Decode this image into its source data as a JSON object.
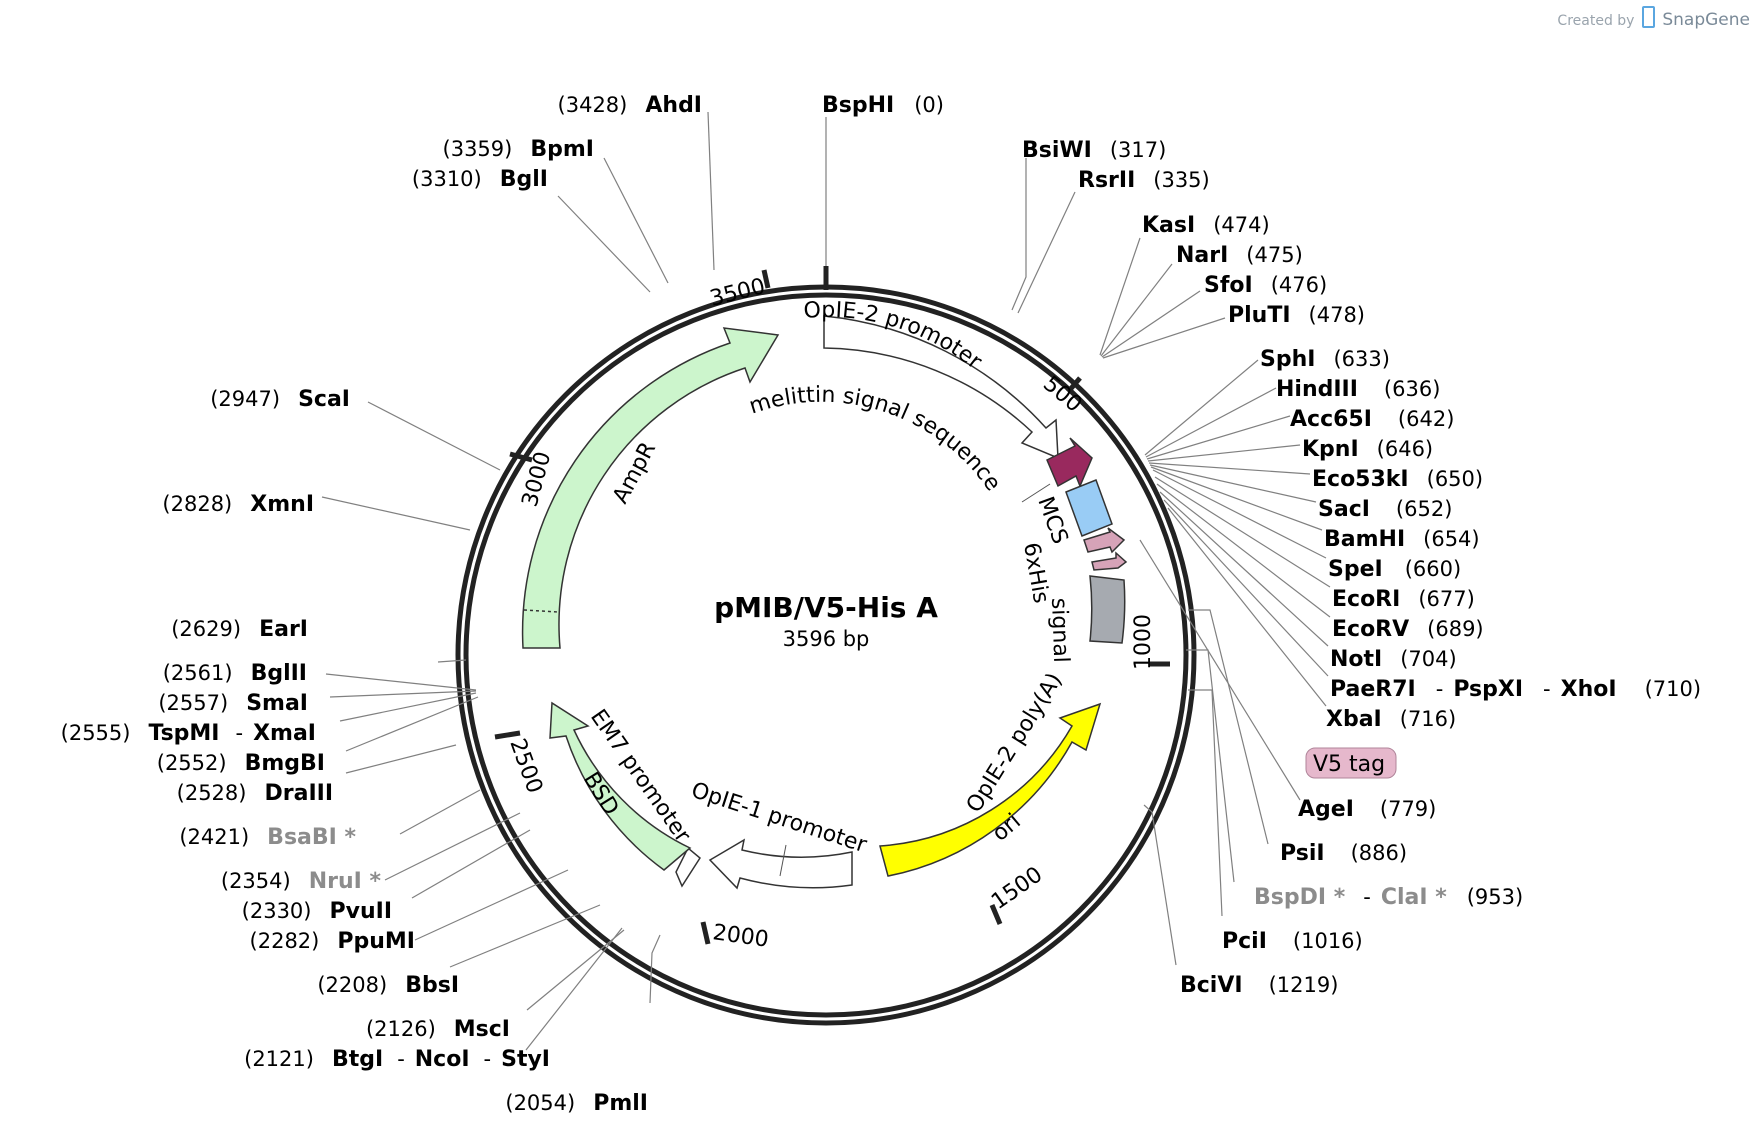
{
  "credit": {
    "prefix": "Created by",
    "brand": "SnapGene"
  },
  "plasmid": {
    "name": "pMIB/V5-His A",
    "length_label": "3596 bp"
  },
  "ticks": [
    "500",
    "1000",
    "1500",
    "2000",
    "2500",
    "3000",
    "3500"
  ],
  "features": {
    "ampr": "AmpR",
    "opie2_promoter": "OpIE-2 promoter",
    "melittin": "melittin signal sequence",
    "mcs": "MCS",
    "his": "6xHis",
    "signal": "signal",
    "opie2_polya": "OpIE-2 poly(A)",
    "ori": "ori",
    "opie1_promoter": "OpIE-1 promoter",
    "em7_promoter": "EM7 promoter",
    "bsd": "BSD",
    "v5_tag": "V5 tag"
  },
  "sites": [
    {
      "name": "BspHI",
      "pos": "(0)"
    },
    {
      "name": "BsiWI",
      "pos": "(317)"
    },
    {
      "name": "RsrII",
      "pos": "(335)"
    },
    {
      "name": "KasI",
      "pos": "(474)"
    },
    {
      "name": "NarI",
      "pos": "(475)"
    },
    {
      "name": "SfoI",
      "pos": "(476)"
    },
    {
      "name": "PluTI",
      "pos": "(478)"
    },
    {
      "name": "SphI",
      "pos": "(633)"
    },
    {
      "name": "HindIII",
      "pos": "(636)"
    },
    {
      "name": "Acc65I",
      "pos": "(642)"
    },
    {
      "name": "KpnI",
      "pos": "(646)"
    },
    {
      "name": "Eco53kI",
      "pos": "(650)"
    },
    {
      "name": "SacI",
      "pos": "(652)"
    },
    {
      "name": "BamHI",
      "pos": "(654)"
    },
    {
      "name": "SpeI",
      "pos": "(660)"
    },
    {
      "name": "EcoRI",
      "pos": "(677)"
    },
    {
      "name": "EcoRV",
      "pos": "(689)"
    },
    {
      "name": "NotI",
      "pos": "(704)"
    },
    {
      "name": "PaeR7I",
      "name2": "PspXI",
      "name3": "XhoI",
      "pos": "(710)"
    },
    {
      "name": "XbaI",
      "pos": "(716)"
    },
    {
      "name": "AgeI",
      "pos": "(779)"
    },
    {
      "name": "PsiI",
      "pos": "(886)"
    },
    {
      "name": "BspDI *",
      "name2": "ClaI *",
      "pos": "(953)"
    },
    {
      "name": "PciI",
      "pos": "(1016)"
    },
    {
      "name": "BciVI",
      "pos": "(1219)"
    },
    {
      "name": "PmlI",
      "pos": "(2054)"
    },
    {
      "name": "BtgI",
      "name2": "NcoI",
      "name3": "StyI",
      "pos": "(2121)"
    },
    {
      "name": "MscI",
      "pos": "(2126)"
    },
    {
      "name": "BbsI",
      "pos": "(2208)"
    },
    {
      "name": "PpuMI",
      "pos": "(2282)"
    },
    {
      "name": "PvuII",
      "pos": "(2330)"
    },
    {
      "name": "NruI *",
      "pos": "(2354)"
    },
    {
      "name": "BsaBI *",
      "pos": "(2421)"
    },
    {
      "name": "DraIII",
      "pos": "(2528)"
    },
    {
      "name": "BmgBI",
      "pos": "(2552)"
    },
    {
      "name": "TspMI",
      "name2": "XmaI",
      "pos": "(2555)"
    },
    {
      "name": "SmaI",
      "pos": "(2557)"
    },
    {
      "name": "BglII",
      "pos": "(2561)"
    },
    {
      "name": "EarI",
      "pos": "(2629)"
    },
    {
      "name": "XmnI",
      "pos": "(2828)"
    },
    {
      "name": "ScaI",
      "pos": "(2947)"
    },
    {
      "name": "BglI",
      "pos": "(3310)"
    },
    {
      "name": "BpmI",
      "pos": "(3359)"
    },
    {
      "name": "AhdI",
      "pos": "(3428)"
    }
  ],
  "dash": "-",
  "colors": {
    "ampr": "#ccf5cc",
    "bsd": "#ccf5cc",
    "ori": "#ffff00",
    "melittin": "#99295e",
    "mcs": "#99ccf5",
    "his": "#d6a3b8",
    "signal": "#a6aab0",
    "v5": "#e6b8cc",
    "backbone": "#222222"
  }
}
